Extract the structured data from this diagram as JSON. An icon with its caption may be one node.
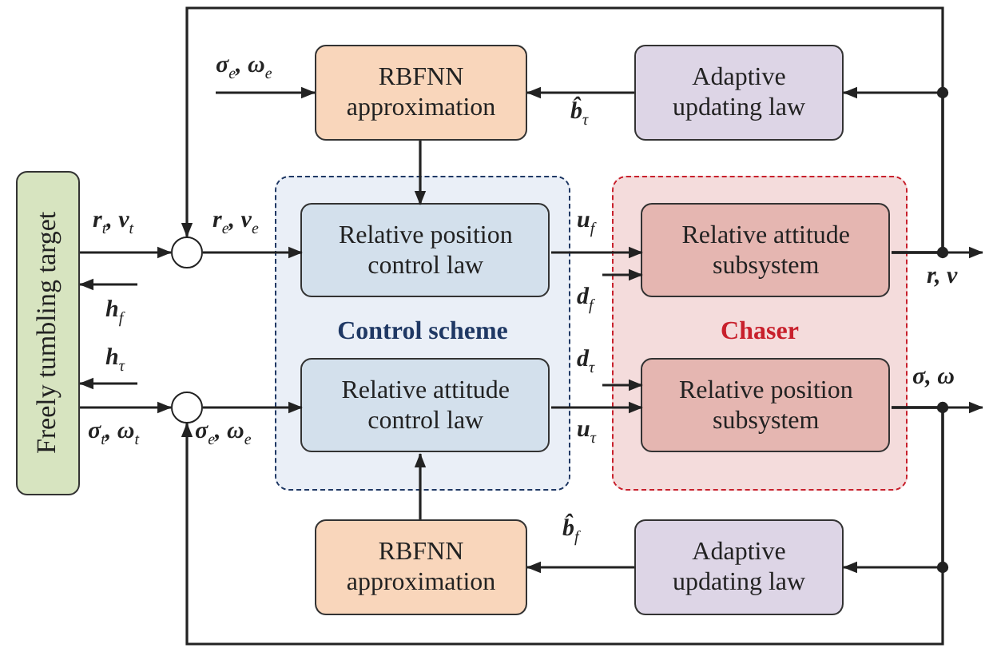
{
  "diagram": {
    "nodes": [
      {
        "text": [
          "Freely tumbling target"
        ]
      },
      {
        "text": [
          "RBFNN approximation"
        ]
      },
      {
        "text": [
          "Adaptive updating law"
        ]
      },
      {
        "text": [
          "Control scheme"
        ]
      },
      {
        "text": [
          "Relative position control law"
        ],
        "in": 3
      },
      {
        "text": [
          "Relative attitude control law"
        ],
        "in": 3
      },
      {
        "text": [
          "Chaser"
        ]
      },
      {
        "text": [
          "Relative attitude subsystem"
        ],
        "in": 6
      },
      {
        "text": [
          "Relative position subsystem"
        ],
        "in": 6
      },
      {
        "text": [
          "RBFNN approximation"
        ]
      },
      {
        "text": [
          "Adaptive updating law"
        ]
      },
      {
        "text": [],
        "shape": "circle"
      },
      {
        "text": [],
        "shape": "circle"
      }
    ],
    "edges": [
      {
        "from": 0,
        "to": 11,
        "arrow": "to",
        "label": "r$_{t}$, v$_{t}$"
      },
      {
        "from": null,
        "to": 0,
        "arrow": "to",
        "label": "h$_{f}$"
      },
      {
        "from": 11,
        "to": 4,
        "arrow": "to",
        "label": "r$_{e}$, v$_{e}$"
      },
      {
        "from": null,
        "to": 1,
        "arrow": "to",
        "label": "σ$_{e}$, ω$_{e}$"
      },
      {
        "from": 2,
        "to": 1,
        "arrow": "to",
        "label": "b̂$_{τ}$"
      },
      {
        "from": 1,
        "to": 4,
        "arrow": "to"
      },
      {
        "from": 4,
        "to": 7,
        "arrow": "to",
        "label": "u$_{f}$"
      },
      {
        "from": null,
        "to": 7,
        "arrow": "to",
        "label": "d$_{f}$"
      },
      {
        "from": 7,
        "to": null,
        "arrow": "to",
        "label": "r, v"
      },
      {
        "from": 7,
        "to": 2,
        "arrow": "to"
      },
      {
        "from": 7,
        "to": 11,
        "arrow": "to"
      },
      {
        "from": null,
        "to": 0,
        "arrow": "to",
        "label": "h$_{τ}$"
      },
      {
        "from": 0,
        "to": 12,
        "arrow": "to",
        "label": "σ$_{t}$, ω$_{t}$"
      },
      {
        "from": 12,
        "to": 5,
        "arrow": "to",
        "label": "σ$_{e}$, ω$_{e}$"
      },
      {
        "from": 9,
        "to": 5,
        "arrow": "to"
      },
      {
        "from": null,
        "to": 8,
        "arrow": "to",
        "label": "d$_{τ}$"
      },
      {
        "from": 5,
        "to": 8,
        "arrow": "to",
        "label": "u$_{τ}$"
      },
      {
        "from": 8,
        "to": null,
        "arrow": "to",
        "label": "σ, ω"
      },
      {
        "from": 8,
        "to": 10,
        "arrow": "to"
      },
      {
        "from": 10,
        "to": 9,
        "arrow": "to",
        "label": "b̂$_{f}$"
      },
      {
        "from": 8,
        "to": 12,
        "arrow": "to"
      }
    ]
  }
}
